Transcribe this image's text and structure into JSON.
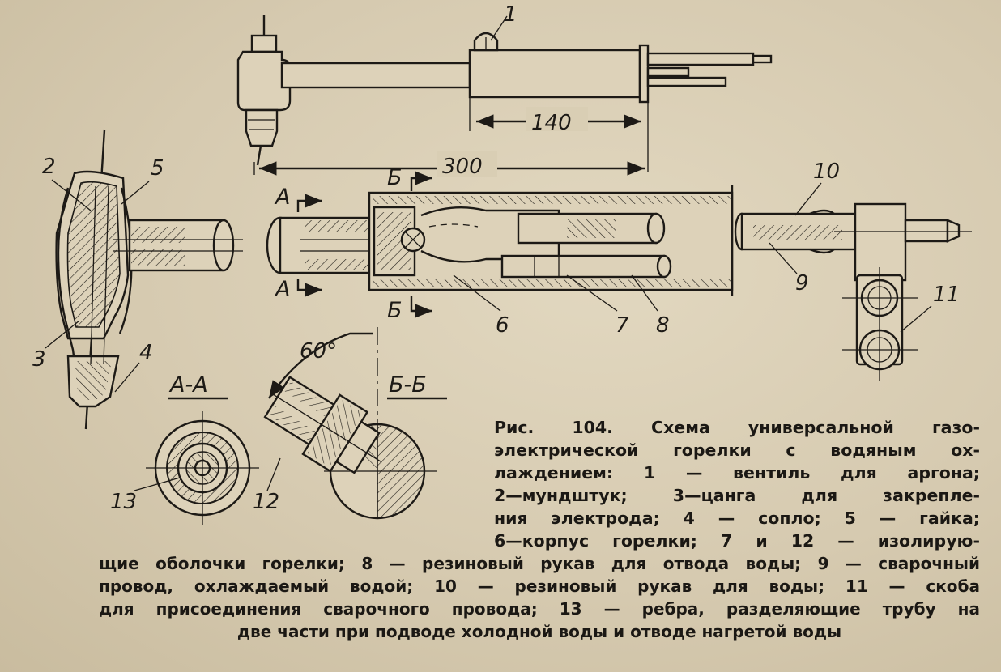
{
  "labels": {
    "n1": "1",
    "n2": "2",
    "n3": "3",
    "n4": "4",
    "n5": "5",
    "n6": "6",
    "n7": "7",
    "n8": "8",
    "n9": "9",
    "n10": "10",
    "n11": "11",
    "n12": "12",
    "n13": "13"
  },
  "dimensions": {
    "d140": "140",
    "d300": "300",
    "angle": "60°"
  },
  "sections": {
    "a_mark": "А",
    "b_mark": "Б",
    "aa": "А-А",
    "bb": "Б-Б"
  },
  "caption": {
    "lines": [
      "Рис. 104. Схема универсальной газо-",
      "электрической горелки с водяным ох-",
      "лаждением: 1 — вентиль для аргона;",
      "2—мундштук; 3—цанга для закрепле-",
      "ния электрода; 4 — сопло; 5 — гайка;",
      "6—корпус горелки; 7 и 12 — изолирую-",
      "щие оболочки горелки; 8 — резиновый рукав для отвода воды; 9 — сварочный",
      "провод, охлаждаемый водой; 10 — резиновый рукав для воды; 11 — скоба",
      "для присоединения сварочного провода; 13 — ребра, разделяющие трубу на",
      "две части при подводе холодной воды и отводе нагретой воды"
    ]
  }
}
